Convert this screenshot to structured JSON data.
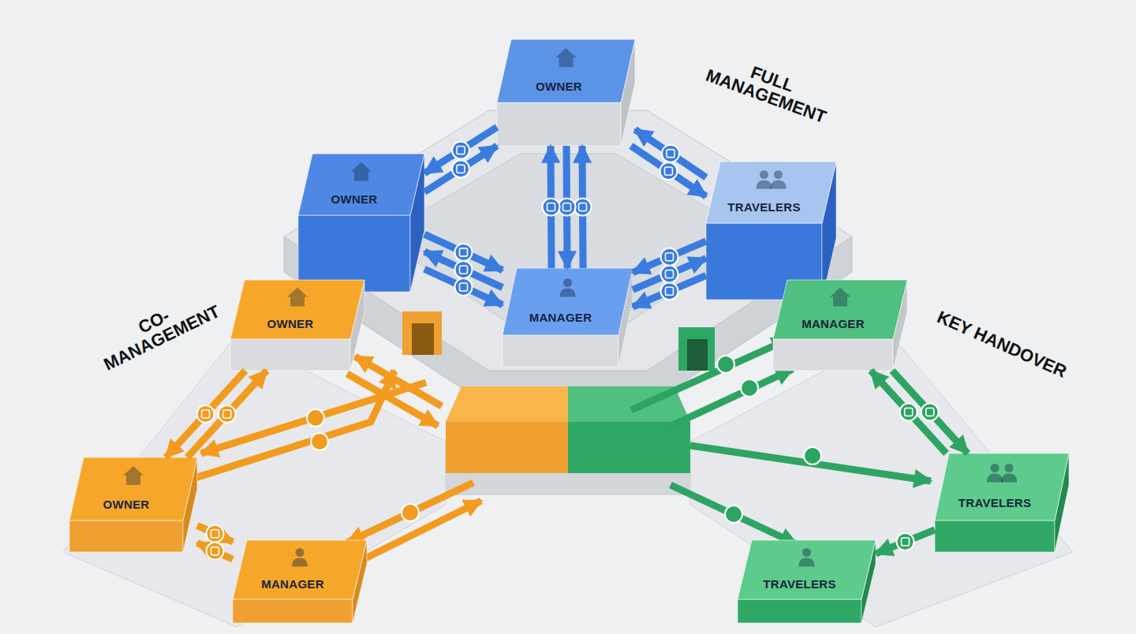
{
  "diagram": {
    "nodes": [
      {
        "text": [
          "OWNER"
        ]
      },
      {
        "text": [
          "OWNER"
        ]
      },
      {
        "text": [
          "TRAVELERS"
        ]
      },
      {
        "text": [
          "OWNER"
        ]
      },
      {
        "text": [
          "MANAGER"
        ]
      },
      {
        "text": [
          "MANAGER"
        ]
      },
      {
        "text": [
          "OWNER"
        ]
      },
      {
        "text": [
          "TRAVELERS"
        ]
      },
      {
        "text": [
          "MANAGER"
        ]
      },
      {
        "text": [
          "TRAVELERS"
        ]
      }
    ],
    "edges": [
      {
        "from": 1,
        "to": 0,
        "arrow": "to"
      },
      {
        "from": 0,
        "to": 1,
        "arrow": "to"
      },
      {
        "from": 2,
        "to": 0,
        "arrow": "to"
      },
      {
        "from": 0,
        "to": 2,
        "arrow": "to"
      },
      {
        "from": 4,
        "to": 0,
        "arrow": "to"
      },
      {
        "from": 0,
        "to": 4,
        "arrow": "to"
      },
      {
        "from": 4,
        "to": 0,
        "arrow": "to"
      },
      {
        "from": 1,
        "to": 4,
        "arrow": "to"
      },
      {
        "from": 4,
        "to": 1,
        "arrow": "to"
      },
      {
        "from": 1,
        "to": 4,
        "arrow": "to"
      },
      {
        "from": 2,
        "to": 4,
        "arrow": "to"
      },
      {
        "from": 4,
        "to": 2,
        "arrow": "to"
      },
      {
        "from": 2,
        "to": 4,
        "arrow": "to"
      },
      {
        "from": 6,
        "to": 3,
        "arrow": "to"
      },
      {
        "from": 3,
        "to": 6,
        "arrow": "to"
      },
      {
        "from": 6,
        "to": 8,
        "arrow": "to"
      },
      {
        "from": 8,
        "to": 6,
        "arrow": "to"
      },
      {
        "from": 5,
        "to": 7,
        "arrow": "to"
      },
      {
        "from": 7,
        "to": 5,
        "arrow": "to"
      },
      {
        "from": 7,
        "to": 9,
        "arrow": "to"
      }
    ],
    "labels": [
      "FULL MANAGEMENT",
      "CO-MANAGEMENT",
      "KEY HANDOVER"
    ]
  }
}
